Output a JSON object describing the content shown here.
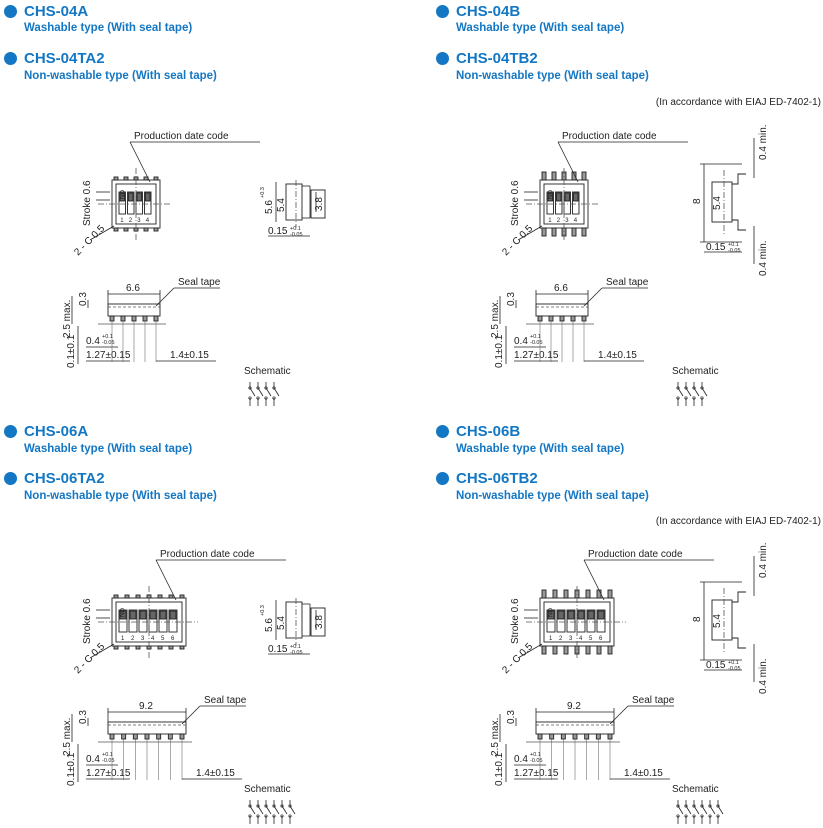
{
  "colors": {
    "accent": "#1477c3",
    "line": "#222222",
    "dash": "#555555"
  },
  "panels": [
    {
      "id": "tl",
      "variant": "A",
      "bits": 4,
      "heading1": {
        "model": "CHS-04A",
        "desc": "Washable type (With seal tape)"
      },
      "heading2": {
        "model": "CHS-04TA2",
        "desc": "Non-washable type (With seal tape)"
      },
      "note": "",
      "labels": {
        "production_code": "Production date code",
        "stroke": "Stroke 0.6",
        "chamfer": "2 - C 0.5",
        "height": "5.6",
        "height_tol": "+0.3 / 0",
        "inner": "5.4",
        "pitch_w": "3.8",
        "lead_t": "0.15",
        "lead_t_tol": "+0.1 / -0.05",
        "width": "6.6",
        "seal_tape": "Seal tape",
        "max_h": "2.5 max.",
        "top": "0.3",
        "standoff": "0.1±0.1",
        "pin_w": "0.4",
        "pin_w_tol": "+0.1 / -0.05",
        "pitch": "1.27±0.15",
        "end": "1.4±0.15",
        "schematic": "Schematic"
      }
    },
    {
      "id": "tr",
      "variant": "B",
      "bits": 4,
      "heading1": {
        "model": "CHS-04B",
        "desc": "Washable type (With seal tape)"
      },
      "heading2": {
        "model": "CHS-04TB2",
        "desc": "Non-washable type (With seal tape)"
      },
      "note": "(In accordance with EIAJ ED-7402-1)",
      "labels": {
        "production_code": "Production date code",
        "stroke": "Stroke 0.6",
        "chamfer": "2 - C 0.5",
        "height": "8",
        "inner": "5.4",
        "lead_t": "0.15",
        "lead_t_tol": "+0.1 / -0.05",
        "min_top": "0.4 min.",
        "min_bot": "0.4 min.",
        "width": "6.6",
        "seal_tape": "Seal tape",
        "max_h": "2.5 max.",
        "top": "0.3",
        "standoff": "0.1±0.1",
        "pin_w": "0.4",
        "pin_w_tol": "+0.1 / -0.05",
        "pitch": "1.27±0.15",
        "end": "1.4±0.15",
        "schematic": "Schematic"
      }
    },
    {
      "id": "bl",
      "variant": "A",
      "bits": 6,
      "heading1": {
        "model": "CHS-06A",
        "desc": "Washable type (With seal tape)"
      },
      "heading2": {
        "model": "CHS-06TA2",
        "desc": "Non-washable type (With seal tape)"
      },
      "note": "",
      "labels": {
        "production_code": "Production date code",
        "stroke": "Stroke 0.6",
        "chamfer": "2 - C 0.5",
        "height": "5.6",
        "height_tol": "+0.3 / 0",
        "inner": "5.4",
        "pitch_w": "3.8",
        "lead_t": "0.15",
        "lead_t_tol": "+0.1 / -0.05",
        "width": "9.2",
        "seal_tape": "Seal tape",
        "max_h": "2.5 max.",
        "top": "0.3",
        "standoff": "0.1±0.1",
        "pin_w": "0.4",
        "pin_w_tol": "+0.1 / -0.05",
        "pitch": "1.27±0.15",
        "end": "1.4±0.15",
        "schematic": "Schematic"
      }
    },
    {
      "id": "br",
      "variant": "B",
      "bits": 6,
      "heading1": {
        "model": "CHS-06B",
        "desc": "Washable type (With seal tape)"
      },
      "heading2": {
        "model": "CHS-06TB2",
        "desc": "Non-washable type (With seal tape)"
      },
      "note": "(In accordance with EIAJ ED-7402-1)",
      "labels": {
        "production_code": "Production date code",
        "stroke": "Stroke 0.6",
        "chamfer": "2 - C 0.5",
        "height": "8",
        "inner": "5.4",
        "lead_t": "0.15",
        "lead_t_tol": "+0.1 / -0.05",
        "min_top": "0.4 min.",
        "min_bot": "0.4 min.",
        "width": "9.2",
        "seal_tape": "Seal tape",
        "max_h": "2.5 max.",
        "top": "0.3",
        "standoff": "0.1±0.1",
        "pin_w": "0.4",
        "pin_w_tol": "+0.1 / -0.05",
        "pitch": "1.27±0.15",
        "end": "1.4±0.15",
        "schematic": "Schematic"
      }
    }
  ]
}
